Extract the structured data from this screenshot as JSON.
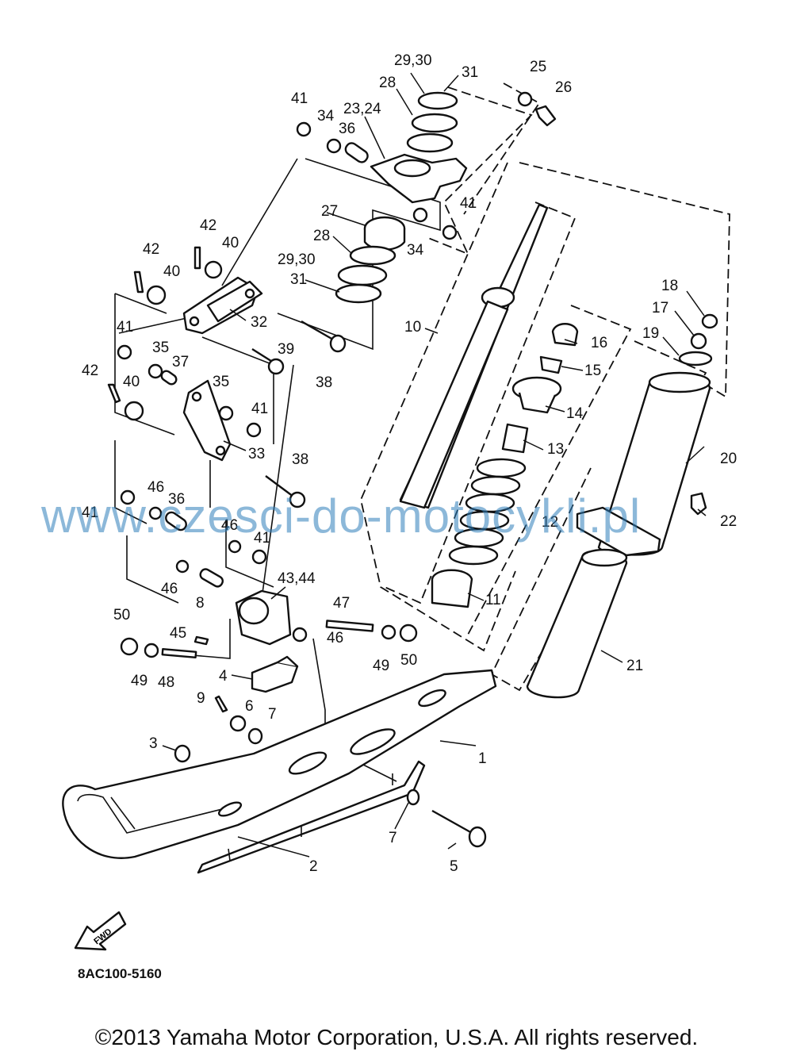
{
  "diagram": {
    "watermark": "www.czesci-do-motocykli.pl",
    "code": "8AC100-5160",
    "copyright": "©2013 Yamaha Motor Corporation, U.S.A. All rights reserved.",
    "fwd_label": "FWD",
    "callouts": [
      {
        "id": "c1",
        "text": "1"
      },
      {
        "id": "c2",
        "text": "2"
      },
      {
        "id": "c3",
        "text": "3"
      },
      {
        "id": "c4",
        "text": "4"
      },
      {
        "id": "c5",
        "text": "5"
      },
      {
        "id": "c6",
        "text": "6"
      },
      {
        "id": "c7a",
        "text": "7"
      },
      {
        "id": "c7b",
        "text": "7"
      },
      {
        "id": "c8",
        "text": "8"
      },
      {
        "id": "c9",
        "text": "9"
      },
      {
        "id": "c10",
        "text": "10"
      },
      {
        "id": "c11",
        "text": "11"
      },
      {
        "id": "c12",
        "text": "12"
      },
      {
        "id": "c13",
        "text": "13"
      },
      {
        "id": "c14",
        "text": "14"
      },
      {
        "id": "c15",
        "text": "15"
      },
      {
        "id": "c16",
        "text": "16"
      },
      {
        "id": "c17",
        "text": "17"
      },
      {
        "id": "c18",
        "text": "18"
      },
      {
        "id": "c19",
        "text": "19"
      },
      {
        "id": "c20",
        "text": "20"
      },
      {
        "id": "c21",
        "text": "21"
      },
      {
        "id": "c22",
        "text": "22"
      },
      {
        "id": "c2324",
        "text": "23,24"
      },
      {
        "id": "c25",
        "text": "25"
      },
      {
        "id": "c26",
        "text": "26"
      },
      {
        "id": "c27",
        "text": "27"
      },
      {
        "id": "c28a",
        "text": "28"
      },
      {
        "id": "c28b",
        "text": "28"
      },
      {
        "id": "c2930a",
        "text": "29,30"
      },
      {
        "id": "c2930b",
        "text": "29,30"
      },
      {
        "id": "c31a",
        "text": "31"
      },
      {
        "id": "c31b",
        "text": "31"
      },
      {
        "id": "c32",
        "text": "32"
      },
      {
        "id": "c33",
        "text": "33"
      },
      {
        "id": "c34a",
        "text": "34"
      },
      {
        "id": "c34b",
        "text": "34"
      },
      {
        "id": "c35a",
        "text": "35"
      },
      {
        "id": "c35b",
        "text": "35"
      },
      {
        "id": "c36a",
        "text": "36"
      },
      {
        "id": "c36b",
        "text": "36"
      },
      {
        "id": "c37",
        "text": "37"
      },
      {
        "id": "c38a",
        "text": "38"
      },
      {
        "id": "c38b",
        "text": "38"
      },
      {
        "id": "c39",
        "text": "39"
      },
      {
        "id": "c40a",
        "text": "40"
      },
      {
        "id": "c40b",
        "text": "40"
      },
      {
        "id": "c40c",
        "text": "40"
      },
      {
        "id": "c41a",
        "text": "41"
      },
      {
        "id": "c41b",
        "text": "41"
      },
      {
        "id": "c41c",
        "text": "41"
      },
      {
        "id": "c41d",
        "text": "41"
      },
      {
        "id": "c41e",
        "text": "41"
      },
      {
        "id": "c41f",
        "text": "41"
      },
      {
        "id": "c42a",
        "text": "42"
      },
      {
        "id": "c42b",
        "text": "42"
      },
      {
        "id": "c42c",
        "text": "42"
      },
      {
        "id": "c4344",
        "text": "43,44"
      },
      {
        "id": "c45",
        "text": "45"
      },
      {
        "id": "c46a",
        "text": "46"
      },
      {
        "id": "c46b",
        "text": "46"
      },
      {
        "id": "c46c",
        "text": "46"
      },
      {
        "id": "c46d",
        "text": "46"
      },
      {
        "id": "c47",
        "text": "47"
      },
      {
        "id": "c48",
        "text": "48"
      },
      {
        "id": "c49a",
        "text": "49"
      },
      {
        "id": "c49b",
        "text": "49"
      },
      {
        "id": "c50a",
        "text": "50"
      },
      {
        "id": "c50b",
        "text": "50"
      }
    ]
  }
}
